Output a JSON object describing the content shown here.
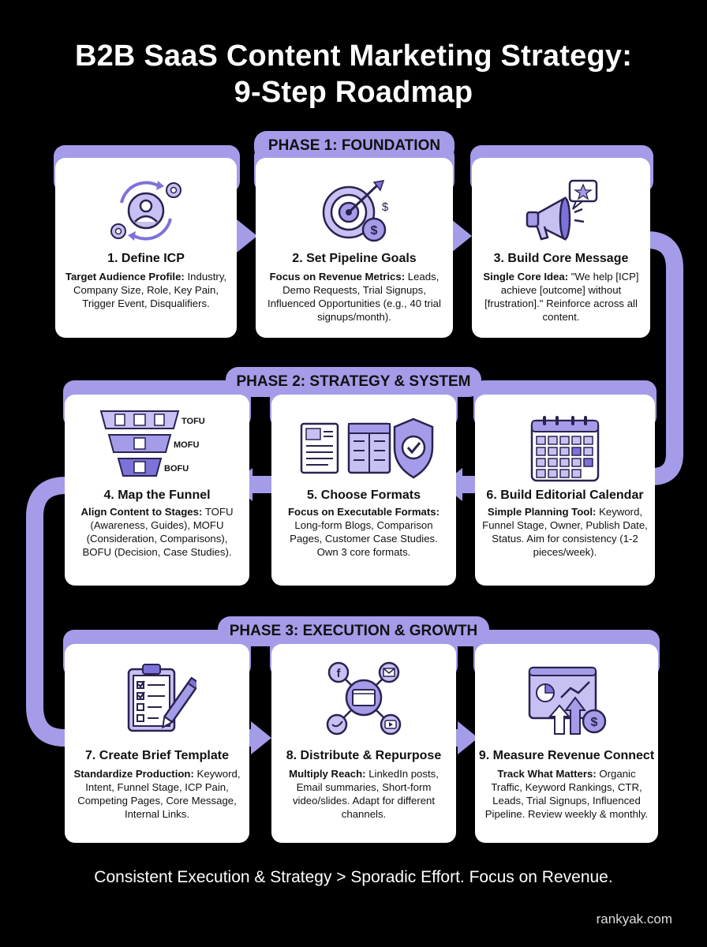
{
  "title": {
    "line1": "B2B SaaS Content Marketing Strategy:",
    "line2": "9-Step Roadmap"
  },
  "phases": [
    {
      "label": "PHASE 1: FOUNDATION"
    },
    {
      "label": "PHASE 2: STRATEGY & SYSTEM"
    },
    {
      "label": "PHASE 3: EXECUTION & GROWTH"
    }
  ],
  "steps": [
    {
      "title": "1. Define ICP",
      "lead": "Target Audience Profile:",
      "body": "Industry, Company Size, Role, Key Pain, Trigger Event, Disqualifiers.",
      "icon": "user-gears-icon"
    },
    {
      "title": "2. Set Pipeline Goals",
      "lead": "Focus on Revenue Metrics:",
      "body": "Leads, Demo Requests, Trial Signups, Influenced Opportunities (e.g., 40 trial signups/month).",
      "icon": "target-dollar-icon"
    },
    {
      "title": "3. Build Core Message",
      "lead": "Single Core Idea:",
      "body": "\"We help [ICP] achieve [outcome] without [frustration].\" Reinforce across all content.",
      "icon": "megaphone-icon"
    },
    {
      "title": "4. Map the Funnel",
      "lead": "Align Content to Stages:",
      "body": "TOFU (Awareness, Guides), MOFU (Consideration, Comparisons), BOFU (Decision, Case Studies).",
      "icon": "funnel-icon"
    },
    {
      "title": "5. Choose Formats",
      "lead": "Focus on Executable Formats:",
      "body": "Long-form Blogs, Comparison Pages, Customer Case Studies. Own 3 core formats.",
      "icon": "formats-icon"
    },
    {
      "title": "6. Build Editorial Calendar",
      "lead": "Simple Planning Tool:",
      "body": "Keyword, Funnel Stage, Owner, Publish Date, Status. Aim for consistency (1-2 pieces/week).",
      "icon": "calendar-icon"
    },
    {
      "title": "7. Create Brief Template",
      "lead": "Standardize Production:",
      "body": "Keyword, Intent, Funnel Stage, ICP Pain, Competing Pages, Core Message, Internal Links.",
      "icon": "clipboard-pen-icon"
    },
    {
      "title": "8. Distribute & Repurpose",
      "lead": "Multiply Reach:",
      "body": "LinkedIn posts, Email summaries, Short-form video/slides. Adapt for different channels.",
      "icon": "network-icon"
    },
    {
      "title": "9. Measure Revenue Connect",
      "lead": "Track What Matters:",
      "body": "Organic Traffic, Keyword Rankings, CTR, Leads, Trial Signups, Influenced Pipeline. Review weekly & monthly.",
      "icon": "analytics-icon"
    }
  ],
  "funnel_labels": {
    "tofu": "TOFU",
    "mofu": "MOFU",
    "bofu": "BOFU"
  },
  "footer": "Consistent Execution & Strategy > Sporadic Effort. Focus on Revenue.",
  "credit": "rankyak.com",
  "colors": {
    "accent": "#a49ce8",
    "accent_dark": "#5a4fbf",
    "background": "#000000",
    "card": "#ffffff"
  }
}
